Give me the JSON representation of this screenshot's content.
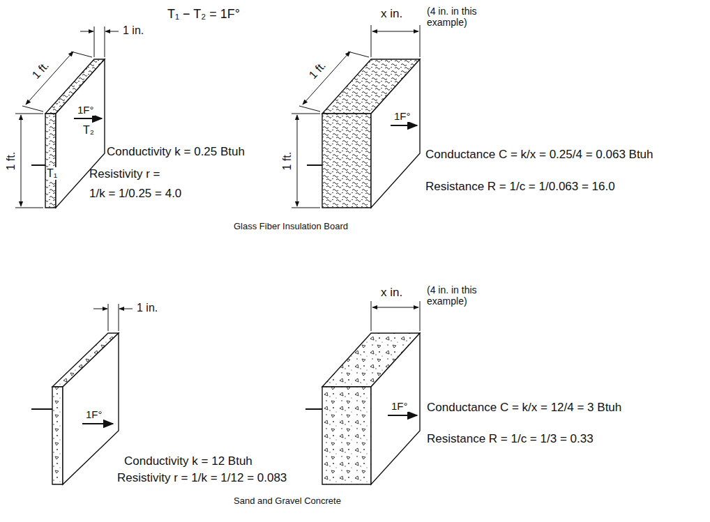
{
  "diagram": {
    "labels": [
      "T₁ − T₂ = 1F°",
      "1 in.",
      "1 ft.",
      "1 ft.",
      "T₁",
      "T₂",
      "1F°",
      "Conductivity k = 0.25 Btuh",
      "Resistivity r =",
      "1/k = 1/0.25 = 4.0",
      "x in.",
      "(4 in. in this example)",
      "1 ft.",
      "1 ft.",
      "1F°",
      "Conductance C = k/x = 0.25/4 = 0.063 Btuh",
      "Resistance R = 1/c = 1/0.063 = 16.0",
      "Glass Fiber Insulation Board",
      "1 in.",
      "1F°",
      "Conductivity k = 12 Btuh",
      "Resistivity r = 1/k = 1/12 = 0.083",
      "x in.",
      "(4 in. in this example)",
      "1F°",
      "Conductance C = k/x = 12/4 = 3 Btuh",
      "Resistance R = 1/c = 1/3 = 0.33",
      "Sand and Gravel Concrete"
    ]
  }
}
